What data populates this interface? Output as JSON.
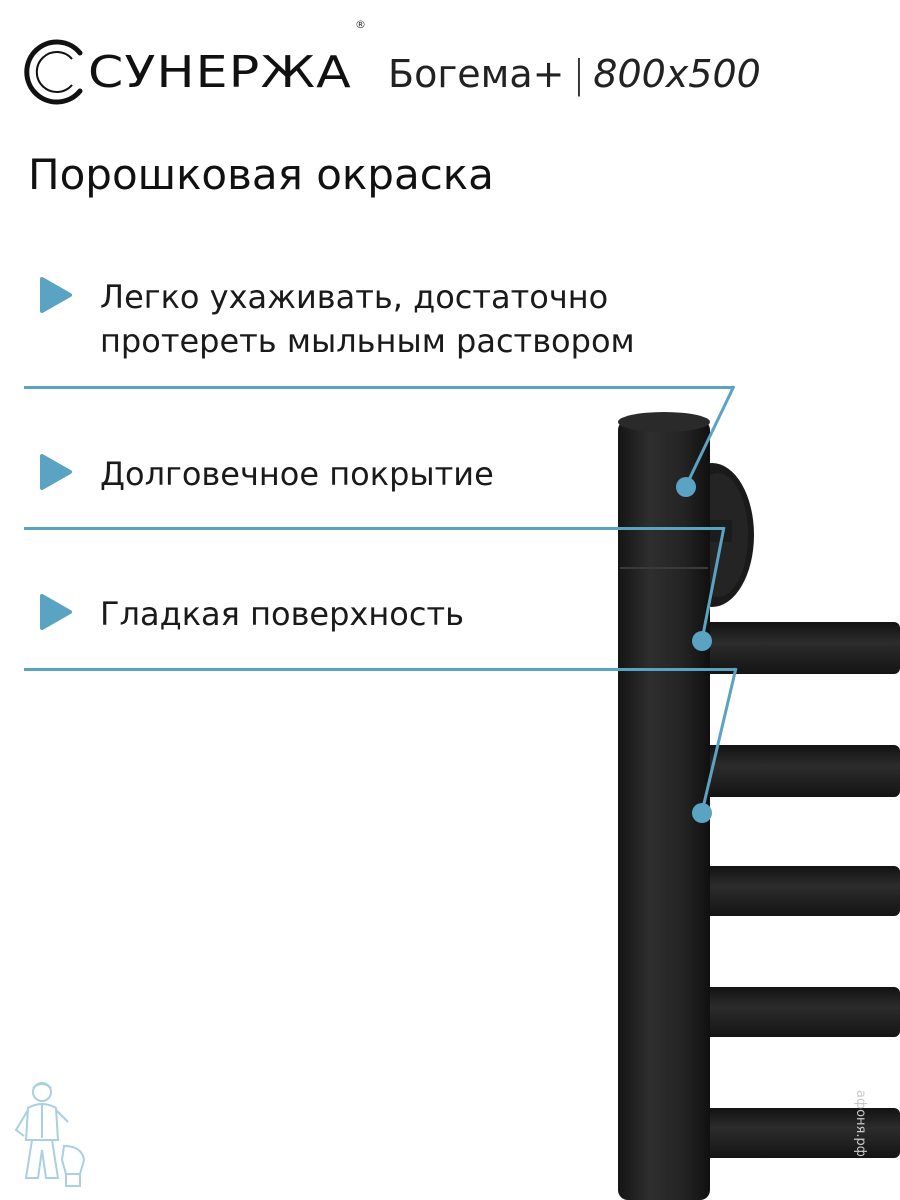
{
  "brand": {
    "name": "СУНЕРЖА",
    "registered_mark": "®",
    "model_name": "Богема+",
    "separator": "|",
    "model_size": "800x500"
  },
  "heading": "Порошковая окраска",
  "features": [
    {
      "line1": "Легко ухаживать, достаточно",
      "line2": "протереть мыльным раствором",
      "icon": "play-triangle-icon"
    },
    {
      "line1": "Долговечное покрытие",
      "icon": "play-triangle-icon"
    },
    {
      "line1": "Гладкая поверхность",
      "icon": "play-triangle-icon"
    }
  ],
  "watermark": "афоня.рф",
  "colors": {
    "accent": "#5aa3c2",
    "product": "#1f1f1f",
    "text": "#1a1a1a",
    "mascot": "#a9cfe3"
  }
}
